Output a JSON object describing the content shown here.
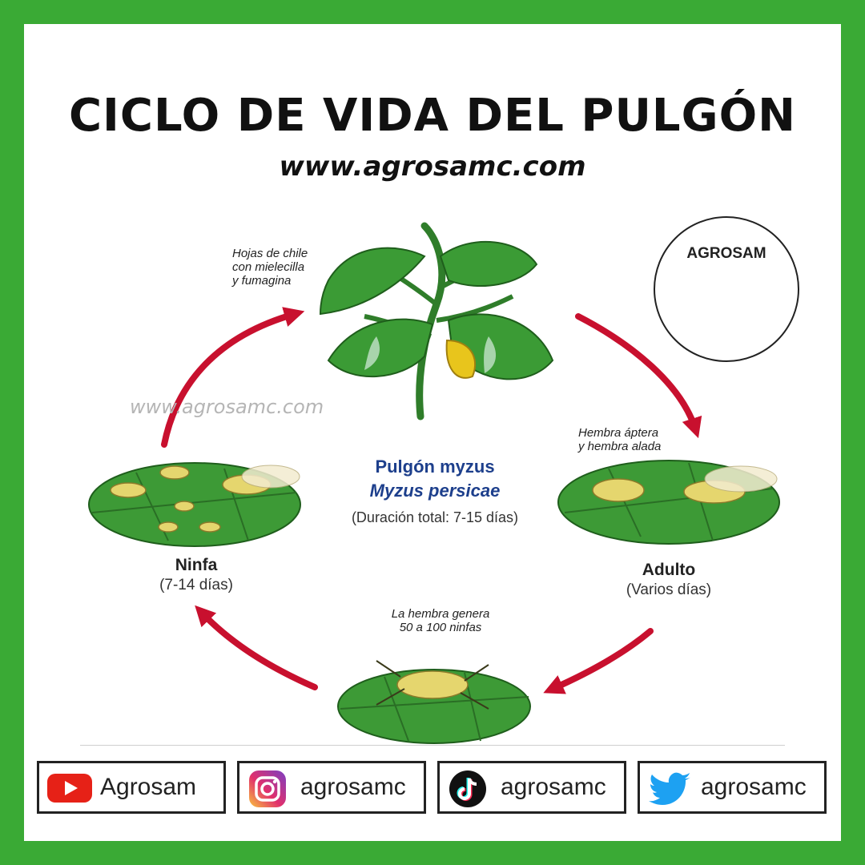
{
  "title": "CICLO DE VIDA DEL PULGÓN",
  "website": "www.agrosamc.com",
  "watermark": "www.agrosamc.com",
  "logo": {
    "text": "AGROSAM",
    "icon": "tree-sprout-icon"
  },
  "center": {
    "name": "Pulgón myzus",
    "scientific": "Myzus persicae",
    "duration": "(Duración total: 7-15 días)"
  },
  "stages": {
    "plant": {
      "note_lines": [
        "Hojas de chile",
        "con mielecilla",
        "y fumagina"
      ]
    },
    "adult": {
      "note_lines": [
        "Hembra áptera",
        "y hembra alada"
      ],
      "name": "Adulto",
      "duration": "(Varios días)"
    },
    "reproduction": {
      "note_lines": [
        "La hembra genera",
        "50 a 100 ninfas"
      ]
    },
    "nymph": {
      "name": "Ninfa",
      "duration": "(7-14 días)"
    }
  },
  "social": [
    {
      "platform_icon": "youtube-icon",
      "handle": "Agrosam"
    },
    {
      "platform_icon": "instagram-icon",
      "handle": "agrosamc"
    },
    {
      "platform_icon": "tiktok-icon",
      "handle": "agrosamc"
    },
    {
      "platform_icon": "twitter-icon",
      "handle": "agrosamc"
    }
  ],
  "colors": {
    "frame": "#3aaa35",
    "arrow": "#c8102e",
    "leaf": "#3b9b35",
    "center_text": "#1d3f8c"
  }
}
